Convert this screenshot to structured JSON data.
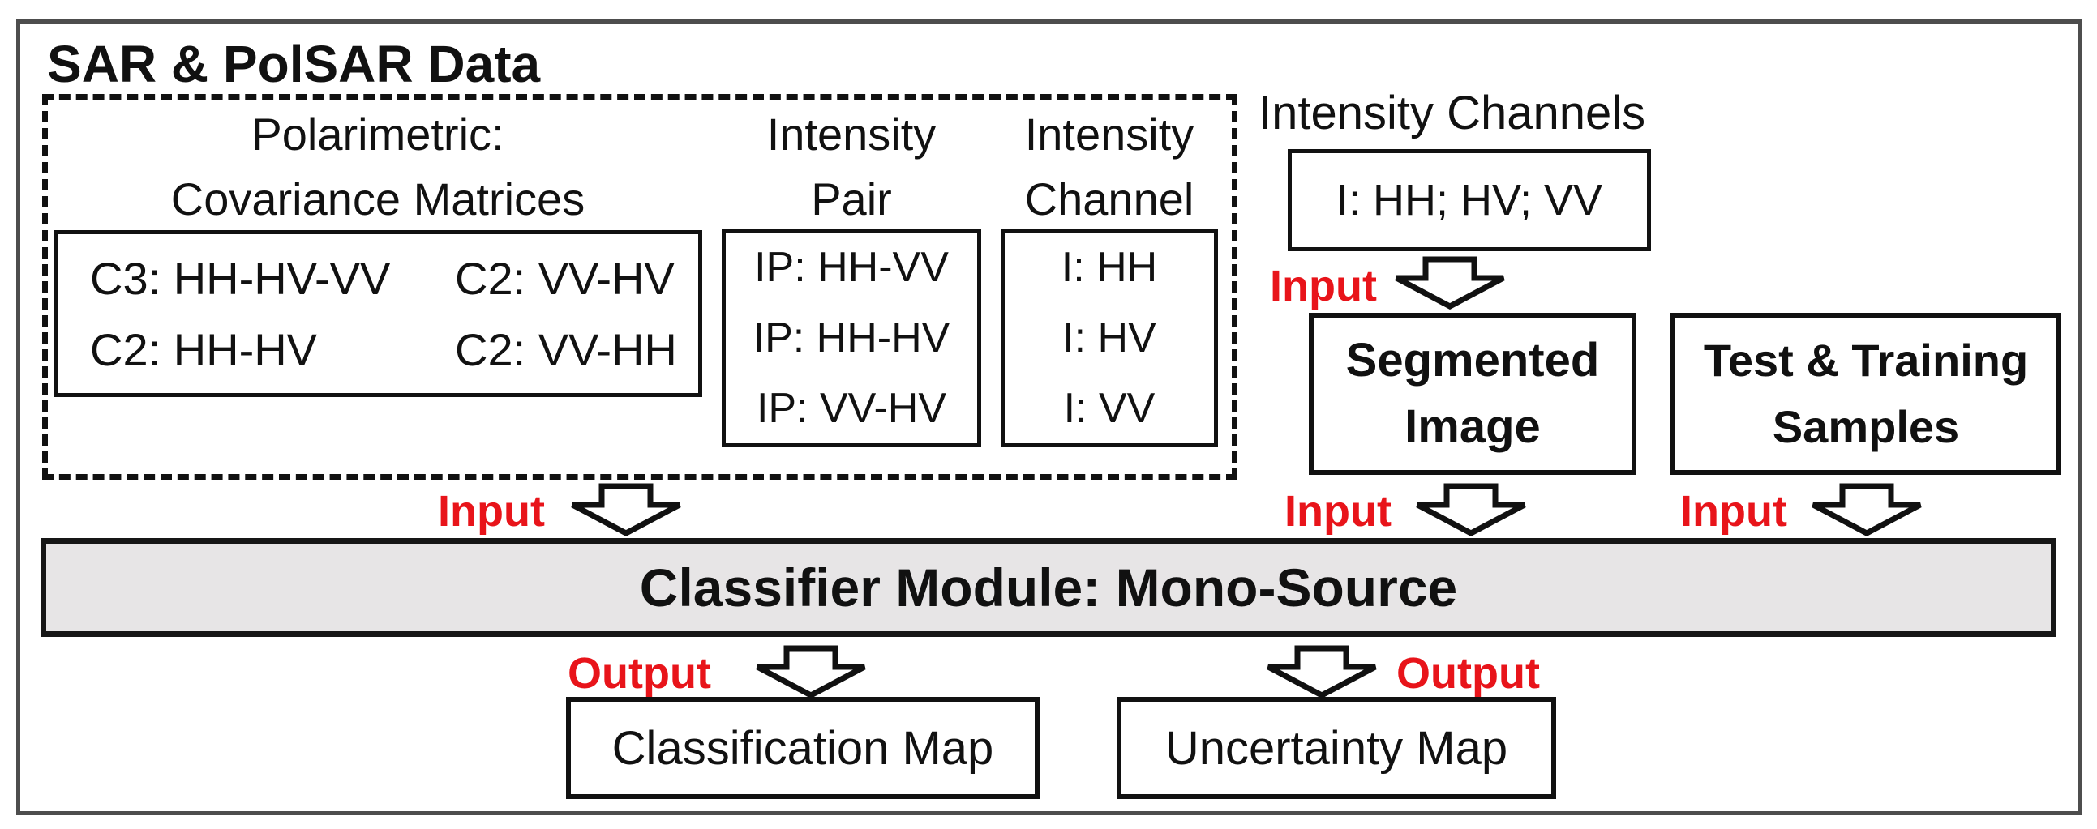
{
  "diagram": {
    "title": "SAR & PolSAR Data",
    "labels": {
      "input": "Input",
      "output": "Output"
    },
    "polarimetric": {
      "heading1": "Polarimetric:",
      "heading2": "Covariance Matrices",
      "rows": [
        [
          "C3: HH-HV-VV",
          "C2: VV-HV"
        ],
        [
          "C2: HH-HV",
          "C2: VV-HH"
        ]
      ]
    },
    "intensity_pair": {
      "heading1": "Intensity",
      "heading2": "Pair",
      "items": [
        "IP: HH-VV",
        "IP: HH-HV",
        "IP: VV-HV"
      ]
    },
    "intensity_channel": {
      "heading1": "Intensity",
      "heading2": "Channel",
      "items": [
        "I: HH",
        "I: HV",
        "I: VV"
      ]
    },
    "intensity_channels": {
      "label": "Intensity Channels",
      "value": "I: HH; HV; VV"
    },
    "segmented_image": {
      "line1": "Segmented",
      "line2": "Image"
    },
    "test_training_samples": {
      "line1": "Test & Training",
      "line2": "Samples"
    },
    "classifier_module": {
      "label": "Classifier Module: Mono-Source"
    },
    "outputs": {
      "classification_map": "Classification Map",
      "uncertainty_map": "Uncertainty Map"
    },
    "colors": {
      "accent_red": "#e8141a",
      "classifier_fill": "#e7e5e6",
      "line": "#111111",
      "outer_border": "#4d4d4d"
    }
  }
}
